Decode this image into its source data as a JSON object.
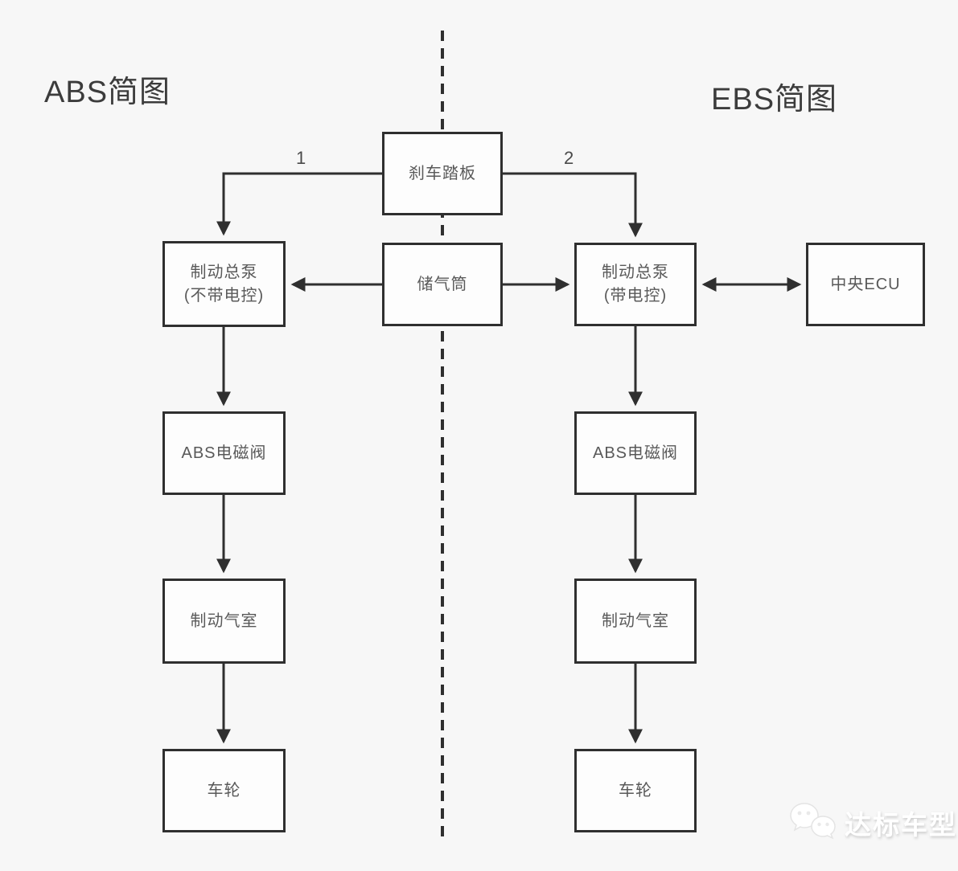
{
  "titles": {
    "abs": "ABS简图",
    "ebs": "EBS简图"
  },
  "flow_labels": {
    "abs_branch": "1",
    "ebs_branch": "2"
  },
  "nodes": {
    "brake_pedal": "刹车踏板",
    "reservoir": "储气筒",
    "abs_master": "制动总泵\n(不带电控)",
    "ebs_master": "制动总泵\n(带电控)",
    "central_ecu": "中央ECU",
    "abs_valve_left": "ABS电磁阀",
    "abs_valve_right": "ABS电磁阀",
    "brake_chamber_left": "制动气室",
    "brake_chamber_right": "制动气室",
    "wheel_left": "车轮",
    "wheel_right": "车轮"
  },
  "watermark": {
    "text": "达标车型",
    "icon": "wechat-chat-bubbles-icon"
  },
  "colors": {
    "background": "#f7f7f7",
    "line": "#2f2f2f",
    "box_border": "#2f2f2f",
    "box_fill": "#fdfdfd",
    "box_text": "#595959",
    "watermark_text": "#ffffff"
  }
}
